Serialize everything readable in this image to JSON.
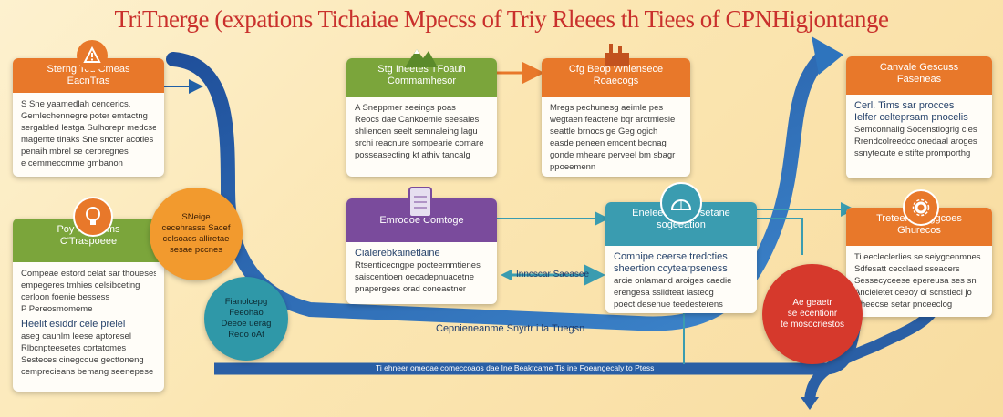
{
  "title": "TriTnerge (expations Tichaiae Mpecss of Triy Rleees th Tiees of CPNHigjontange",
  "colors": {
    "orange": "#e8782a",
    "green": "#7ba53b",
    "purple": "#7a4b9c",
    "teal": "#3a9cb0",
    "red": "#d6392c",
    "blue": "#2563a8",
    "navy": "#1d3c6e"
  },
  "cards": {
    "c1": {
      "header": "Sterng Tod     Cmeas\nEacnTras",
      "lines": [
        "S  Sne yaamedlah cencerics.",
        "Gemlechennegre poter emtactng",
        "sergabled lestga Sulhorepr medcses",
        "magente tinaks Sne sncter acoties",
        "penaih mbrel se cerbregnes",
        "e cemmeccmme gmbanon"
      ]
    },
    "c2": {
      "header": "Stg Ineetes     TFoauh\nCommamhesor",
      "lines": [
        "A  Sneppmer seeings poas",
        "Reocs dae Cankoemle seesaies",
        "shliencen seelt semnaleing lagu",
        "srchi reacnure sompearie comare",
        "posseasecting kt athiv tancalg"
      ]
    },
    "c3": {
      "header": "Cfg Beop     Whiensece\nRoaecogs",
      "lines": [
        "Mregs pechunesg aeimle pes",
        "wegtaen feactene bqr arctmiesle",
        "seattle brnocs ge Geg ogich",
        "easde peneen emcent becnag",
        "gonde mheare perveel bm sbagr",
        "ppoeemenn"
      ]
    },
    "c4": {
      "header": "Emrodoe     Comtoge",
      "lines": [
        "Cialerebkainetlaine",
        "Rtsenticecngpe pocteemmtienes",
        "saiscentioen oecadepnuacetne",
        "pnapergees orad coneaetner"
      ]
    },
    "c5": {
      "header": "Eneleess     TinTesetane\nsogeeation",
      "lines": [
        "Comnipe ceerse tredcties",
        "sheertion ccytearpseness",
        "arcie onlamand aroiges caedie",
        "erengesa sslidteat lastecg",
        "poect desenue teedesterens"
      ]
    },
    "c6": {
      "header": "Canvale     Gescuss\nFaseneas",
      "lines": [
        "Cerl.  Tims sar procces",
        "Ielfer celteprsam pnocelis",
        "Semconnalig Socenstlogrlg cies",
        "Rrendcolreedcc onedaal aroges",
        "ssnytecute e stifte promporthg"
      ]
    },
    "c7": {
      "header": "Poy ninie     pms\nC'Traspoeee",
      "lines": [
        "Compeae estord celat sar thoueses",
        "empegeres tmhies celsibceting",
        "cerloon foenie bessess",
        "P  Pereosmomeme"
      ]
    },
    "c7b": {
      "lines": [
        "Heelit  esiddr cele prelel",
        "aseg cauhlm leese aptoresel",
        "Rlbcnpteesetes cortatomes",
        "Sesteces cinegcoue gecttoneng",
        "cemprecieans bemang seenepese"
      ]
    },
    "c8": {
      "header": "Treteeming     ggcoes\nGhurecos",
      "lines": [
        "Ti  eecleclerlies se seiygcenmnes",
        "Sdfesatt cecclaed sseacers",
        "Sessecyceese epereusa ses sn",
        "Ancieletet ceeoy oi scnstiecl jo",
        "Cheecse setar pnceeclog"
      ]
    }
  },
  "circles": {
    "k1": "SNeige\ncecehrasss Sacef\ncelsoacs alliretae\nsesae pccnes",
    "k2": "Fianolcepg\nFeeohao\nDeeoe uerag\nRedo oAt",
    "k3": "Ae geaetr\nse ecentionr\nte mosocriestos"
  },
  "flow_labels": {
    "mid": "Cepnieneanme Snyrtr i la Tuegsn",
    "bottom": "Ti ehneer omeoae comeccoaos dae Ine Beaktcame Tis ine Foeangecaly to Ptess",
    "arrow": "Inncscar Saeasee"
  },
  "icons": [
    "warning-icon",
    "brain-icon",
    "mountain-icon",
    "factory-icon",
    "document-icon",
    "bulb-icon",
    "dome-icon",
    "gear-icon"
  ]
}
